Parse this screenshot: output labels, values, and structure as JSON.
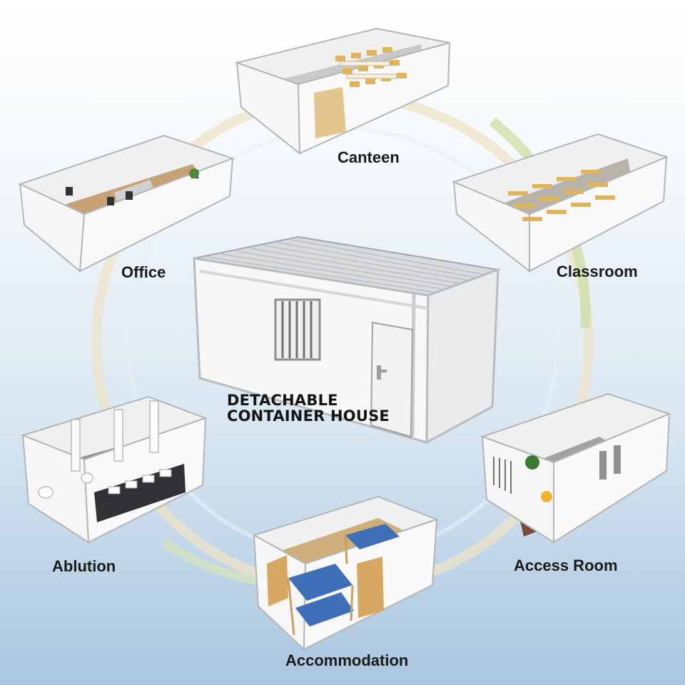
{
  "title_line1": "DETACHABLE",
  "title_line2": "CONTAINER HOUSE",
  "modules": [
    {
      "label": "Canteen",
      "icon": "canteen-module-icon"
    },
    {
      "label": "Classroom",
      "icon": "classroom-module-icon"
    },
    {
      "label": "Access Room",
      "icon": "access-room-module-icon"
    },
    {
      "label": "Accommodation",
      "icon": "accommodation-module-icon"
    },
    {
      "label": "Ablution",
      "icon": "ablution-module-icon"
    },
    {
      "label": "Office",
      "icon": "office-module-icon"
    }
  ],
  "colors": {
    "ring_warm": "#efe3c8",
    "ring_green": "#cfe0a8",
    "container_white": "#f7f7f7",
    "floor_wood": "#c8a274",
    "furniture_wood": "#e0b45a",
    "bed_blue": "#3f6fb8"
  }
}
